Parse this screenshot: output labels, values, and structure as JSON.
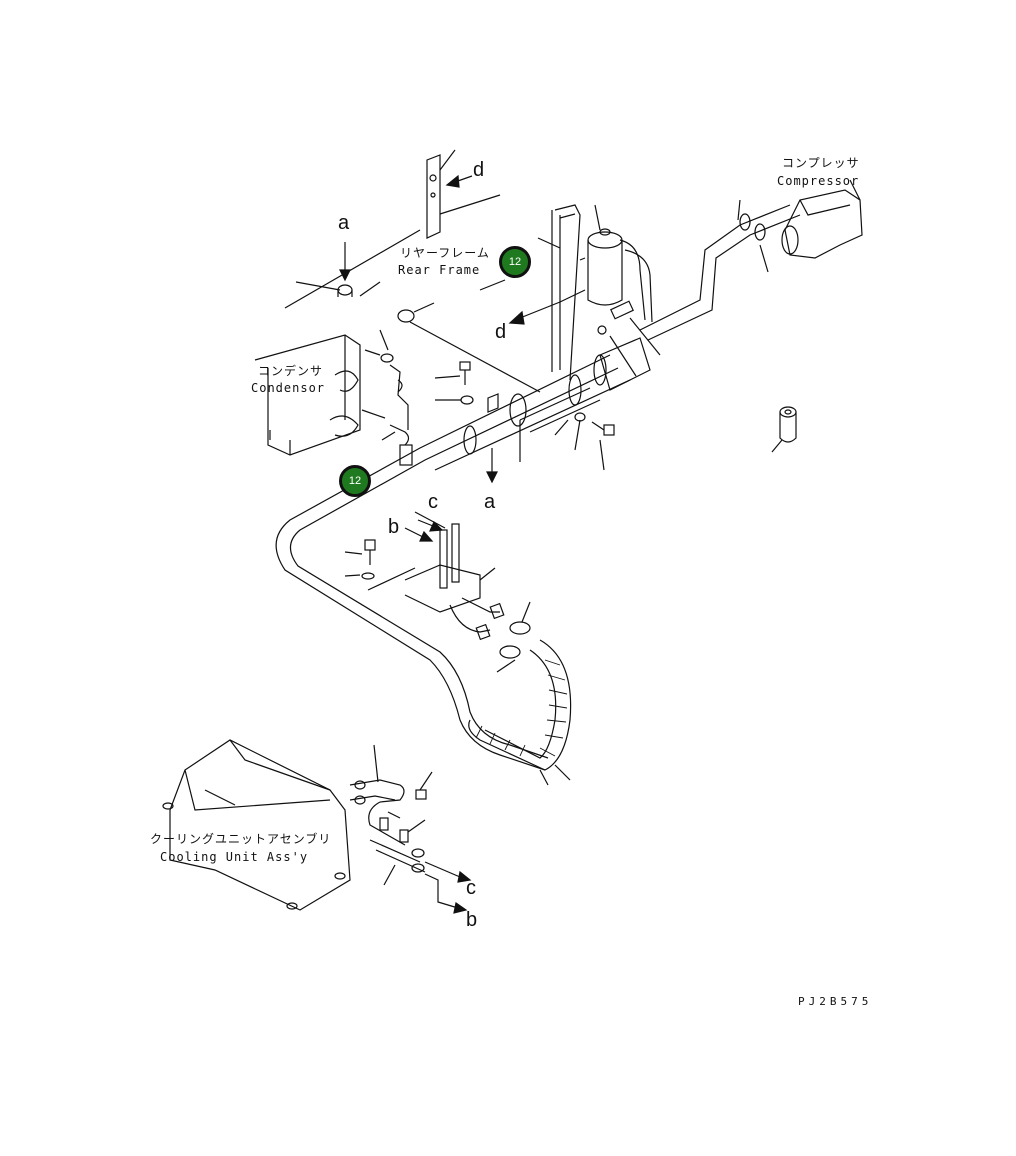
{
  "labels": {
    "rear_frame_jp": "リヤーフレーム",
    "rear_frame_en": "Rear Frame",
    "compressor_jp": "コンプレッサ",
    "compressor_en": "Compressor",
    "condenser_jp": "コンデンサ",
    "condenser_en": "Condensor",
    "cooling_unit_jp": "クーリングユニットアセンブリ",
    "cooling_unit_en": "Cooling Unit Ass'y"
  },
  "refs": {
    "a_top": "a",
    "a_bottom": "a",
    "b_top": "b",
    "b_bottom": "b",
    "c_top": "c",
    "c_bottom": "c",
    "d_top": "d",
    "d_mid": "d"
  },
  "badges": [
    "12",
    "12"
  ],
  "badge_color": "#1f7a1f",
  "drawing_code": "PJ2B575"
}
